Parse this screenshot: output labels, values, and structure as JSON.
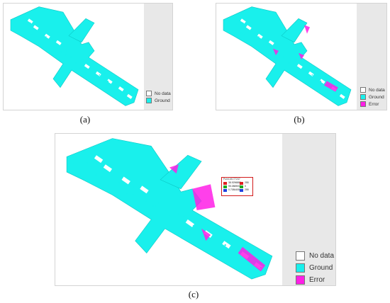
{
  "colors": {
    "ground": "#19f0ec",
    "ground_edge": "#0cc8c6",
    "error": "#ff1fe6",
    "nodata": "#ffffff",
    "panel_bg": "#efefef"
  },
  "panels": [
    {
      "id": "a",
      "caption": "(a)",
      "legend": [
        {
          "label": "No data",
          "swatch": "nodata-icon"
        },
        {
          "label": "Ground",
          "swatch": "ground-icon"
        }
      ]
    },
    {
      "id": "b",
      "caption": "(b)",
      "legend": [
        {
          "label": "No data",
          "swatch": "nodata-icon"
        },
        {
          "label": "Ground",
          "swatch": "ground-icon"
        },
        {
          "label": "Error",
          "swatch": "error-icon"
        }
      ]
    },
    {
      "id": "c",
      "caption": "(c)",
      "legend": [
        {
          "label": "No data",
          "swatch": "nodata-icon"
        },
        {
          "label": "Ground",
          "swatch": "ground-icon"
        },
        {
          "label": "Error",
          "swatch": "error-icon"
        }
      ],
      "popup": {
        "title": "Point #4177247",
        "rows": [
          {
            "a": "38.9296888",
            "b": "255"
          },
          {
            "a": "95.0869008",
            "b": "0"
          },
          {
            "a": "0.7084408",
            "b": "255"
          }
        ]
      }
    }
  ]
}
